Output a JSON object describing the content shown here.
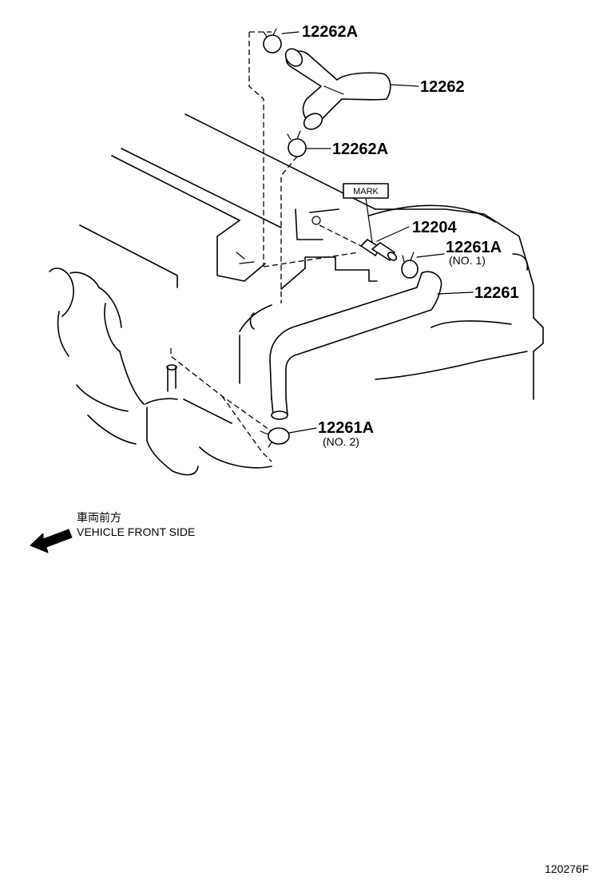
{
  "parts": {
    "clip_upper_top": "12262A",
    "hose_upper": "12262",
    "clip_upper_bottom": "12262A",
    "mark_tag": "MARK",
    "pcv_valve": "12204",
    "clip_no1": "12261A",
    "clip_no1_sub": "(NO. 1)",
    "hose_lower": "12261",
    "clip_no2": "12261A",
    "clip_no2_sub": "(NO. 2)"
  },
  "direction": {
    "label_jp": "車両前方",
    "label_en": "VEHICLE FRONT SIDE",
    "icon": "left-arrow-icon"
  },
  "diagram_code": "120276F"
}
